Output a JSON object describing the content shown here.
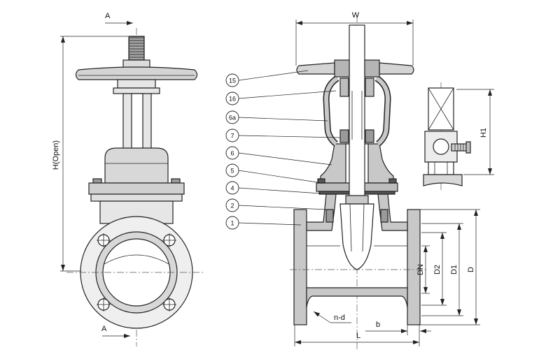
{
  "section_marks": {
    "top": "A",
    "bottom": "A"
  },
  "dimensions": {
    "h_open": "H(Open)",
    "w": "W",
    "dn": "DN",
    "d2": "D2",
    "d1": "D1",
    "d": "D",
    "n_d": "n-d",
    "b": "b",
    "l": "L",
    "h1": "H1"
  },
  "callouts": [
    "15",
    "16",
    "6a",
    "7",
    "6",
    "5",
    "4",
    "2",
    "1"
  ],
  "colors": {
    "line": "#222222",
    "section_fill": "#c8c8c8",
    "background": "#ffffff"
  }
}
